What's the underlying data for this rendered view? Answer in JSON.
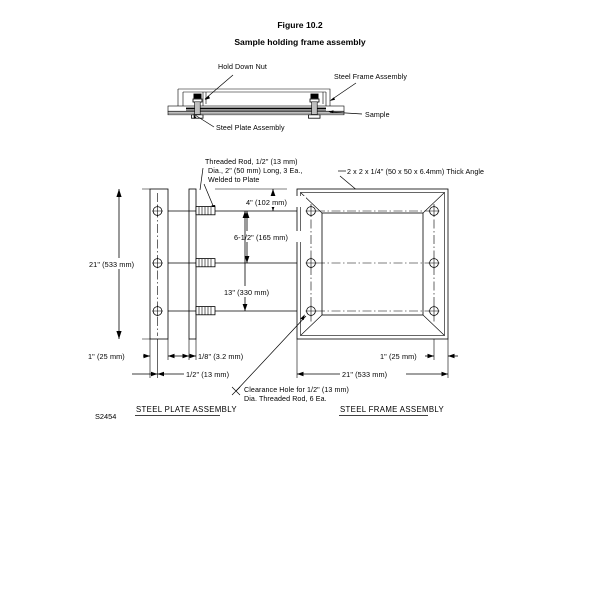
{
  "figure": {
    "number": "Figure 10.2",
    "title": "Sample holding frame assembly",
    "drawing_number": "S2454"
  },
  "section_view": {
    "labels": {
      "hold_down_nut": "Hold Down Nut",
      "steel_frame_assembly": "Steel Frame Assembly",
      "sample": "Sample",
      "steel_plate_assembly": "Steel Plate Assembly"
    }
  },
  "notes": {
    "threaded_rod_line1": "Threaded Rod, 1/2\" (13 mm)",
    "threaded_rod_line2": "Dia., 2\" (50 mm) Long, 3 Ea.,",
    "threaded_rod_line3": "Welded to Plate",
    "angle_spec": "2 x 2 x 1/4\" (50 x 50 x 6.4mm) Thick Angle",
    "clearance_hole_line1": "Clearance Hole for 1/2\" (13 mm)",
    "clearance_hole_line2": "Dia. Threaded Rod, 6 Ea."
  },
  "dimensions": {
    "height_overall": "21\" (533 mm)",
    "top_to_first_hole": "4\" (102 mm)",
    "hole_spacing": "6-1/2\" (165 mm)",
    "hole_span": "13\" (330 mm)",
    "plate_edge_margin": "1\" (25 mm)",
    "plate_thickness": "1/8\" (3.2 mm)",
    "plate_offset": "1/2\" (13 mm)",
    "frame_edge_margin": "1\" (25 mm)",
    "frame_width": "21\" (533 mm)"
  },
  "captions": {
    "left_view": "STEEL PLATE ASSEMBLY",
    "right_view": "STEEL FRAME ASSEMBLY"
  }
}
